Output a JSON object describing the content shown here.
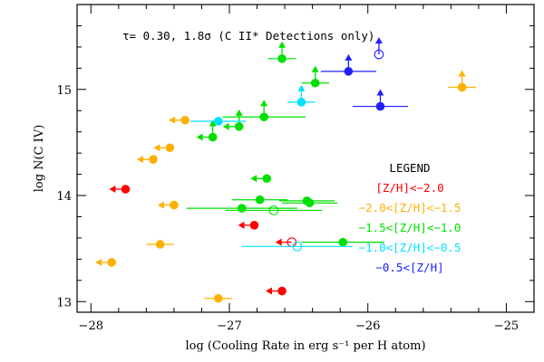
{
  "chart_data": {
    "type": "scatter",
    "annotation": "τ= 0.30, 1.8σ (C II* Detections only)",
    "xlabel": "log (Cooling Rate in erg s⁻¹ per H atom)",
    "ylabel": "log N(C IV)",
    "xlim": [
      -28.1,
      -24.8
    ],
    "ylim": [
      12.9,
      15.8
    ],
    "x_ticks": [
      -28,
      -27,
      -26,
      -25
    ],
    "x_tick_labels": [
      "−28",
      "−27",
      "−26",
      "−25"
    ],
    "y_ticks": [
      13,
      14,
      15
    ],
    "y_tick_labels": [
      "13",
      "14",
      "15"
    ],
    "legend": {
      "title": "LEGEND",
      "position": "right",
      "entries": [
        {
          "label": "[Z/H]<−2.0",
          "color": "#ff0000"
        },
        {
          "label": "−2.0<[Z/H]<−1.5",
          "color": "#ffb000"
        },
        {
          "label": "−1.5<[Z/H]<−1.0",
          "color": "#00e000"
        },
        {
          "label": "−1.0<[Z/H]<−0.5",
          "color": "#00e0ff"
        },
        {
          "label": "−0.5<[Z/H]",
          "color": "#2020ff"
        }
      ]
    },
    "points": [
      {
        "x": -27.75,
        "y": 14.06,
        "color": "#ff0000",
        "filled": true,
        "xerr": [
          0,
          0
        ],
        "arrow_left": true,
        "arrow_up": false
      },
      {
        "x": -26.82,
        "y": 13.72,
        "color": "#ff0000",
        "filled": true,
        "xerr": [
          0,
          0
        ],
        "arrow_left": true,
        "arrow_up": false
      },
      {
        "x": -26.55,
        "y": 13.56,
        "color": "#ff0000",
        "filled": false,
        "xerr": [
          0,
          0
        ],
        "arrow_left": true,
        "arrow_up": false
      },
      {
        "x": -26.62,
        "y": 13.1,
        "color": "#ff0000",
        "filled": true,
        "xerr": [
          0,
          0
        ],
        "arrow_left": true,
        "arrow_up": false
      },
      {
        "x": -27.32,
        "y": 14.71,
        "color": "#ffb000",
        "filled": true,
        "xerr": [
          0,
          0
        ],
        "arrow_left": true,
        "arrow_up": false
      },
      {
        "x": -27.43,
        "y": 14.45,
        "color": "#ffb000",
        "filled": true,
        "xerr": [
          0,
          0
        ],
        "arrow_left": true,
        "arrow_up": false
      },
      {
        "x": -27.55,
        "y": 14.34,
        "color": "#ffb000",
        "filled": true,
        "xerr": [
          0,
          0
        ],
        "arrow_left": true,
        "arrow_up": false
      },
      {
        "x": -27.4,
        "y": 13.91,
        "color": "#ffb000",
        "filled": true,
        "xerr": [
          0,
          0
        ],
        "arrow_left": true,
        "arrow_up": false
      },
      {
        "x": -27.5,
        "y": 13.54,
        "color": "#ffb000",
        "filled": true,
        "xerr": [
          0.1,
          0.1
        ],
        "arrow_left": false,
        "arrow_up": false
      },
      {
        "x": -27.85,
        "y": 13.37,
        "color": "#ffb000",
        "filled": true,
        "xerr": [
          0,
          0
        ],
        "arrow_left": true,
        "arrow_up": false
      },
      {
        "x": -27.08,
        "y": 13.03,
        "color": "#ffb000",
        "filled": true,
        "xerr": [
          0.1,
          0.1
        ],
        "arrow_left": false,
        "arrow_up": false
      },
      {
        "x": -25.32,
        "y": 15.02,
        "color": "#ffb000",
        "filled": true,
        "xerr": [
          0.1,
          0.1
        ],
        "arrow_left": false,
        "arrow_up": true
      },
      {
        "x": -26.62,
        "y": 15.29,
        "color": "#00e000",
        "filled": true,
        "xerr": [
          0.1,
          0.1
        ],
        "arrow_left": false,
        "arrow_up": true
      },
      {
        "x": -26.38,
        "y": 15.06,
        "color": "#00e000",
        "filled": true,
        "xerr": [
          0.1,
          0.1
        ],
        "arrow_left": false,
        "arrow_up": true
      },
      {
        "x": -26.75,
        "y": 14.74,
        "color": "#00e000",
        "filled": true,
        "xerr": [
          0.3,
          0.3
        ],
        "arrow_left": false,
        "arrow_up": true
      },
      {
        "x": -26.93,
        "y": 14.65,
        "color": "#00e000",
        "filled": true,
        "xerr": [
          0,
          0
        ],
        "arrow_left": true,
        "arrow_up": true
      },
      {
        "x": -27.12,
        "y": 14.55,
        "color": "#00e000",
        "filled": true,
        "xerr": [
          0,
          0
        ],
        "arrow_left": true,
        "arrow_up": true
      },
      {
        "x": -26.73,
        "y": 14.16,
        "color": "#00e000",
        "filled": true,
        "xerr": [
          0,
          0
        ],
        "arrow_left": true,
        "arrow_up": false
      },
      {
        "x": -26.78,
        "y": 13.96,
        "color": "#00e000",
        "filled": true,
        "xerr": [
          0.2,
          0.2
        ],
        "arrow_left": false,
        "arrow_up": false
      },
      {
        "x": -26.44,
        "y": 13.95,
        "color": "#00e000",
        "filled": true,
        "xerr": [
          0.2,
          0.2
        ],
        "arrow_left": false,
        "arrow_up": false
      },
      {
        "x": -26.42,
        "y": 13.93,
        "color": "#00e000",
        "filled": true,
        "xerr": [
          0.2,
          0.2
        ],
        "arrow_left": false,
        "arrow_up": false
      },
      {
        "x": -26.91,
        "y": 13.88,
        "color": "#00e000",
        "filled": true,
        "xerr": [
          0.4,
          0.4
        ],
        "arrow_left": false,
        "arrow_up": false
      },
      {
        "x": -26.68,
        "y": 13.86,
        "color": "#00e000",
        "filled": false,
        "xerr": [
          0.35,
          0.35
        ],
        "arrow_left": false,
        "arrow_up": false
      },
      {
        "x": -26.18,
        "y": 13.56,
        "color": "#00e000",
        "filled": true,
        "xerr": [
          0.3,
          0.3
        ],
        "arrow_left": false,
        "arrow_up": false
      },
      {
        "x": -26.48,
        "y": 14.88,
        "color": "#00e0ff",
        "filled": true,
        "xerr": [
          0.1,
          0.1
        ],
        "arrow_left": false,
        "arrow_up": true
      },
      {
        "x": -27.08,
        "y": 14.7,
        "color": "#00e0ff",
        "filled": true,
        "xerr": [
          0.2,
          0.2
        ],
        "arrow_left": false,
        "arrow_up": false
      },
      {
        "x": -26.51,
        "y": 13.52,
        "color": "#00e0ff",
        "filled": false,
        "xerr": [
          0.4,
          0.4
        ],
        "arrow_left": false,
        "arrow_up": false
      },
      {
        "x": -26.14,
        "y": 15.17,
        "color": "#2020ff",
        "filled": true,
        "xerr": [
          0.2,
          0.2
        ],
        "arrow_left": false,
        "arrow_up": true
      },
      {
        "x": -25.92,
        "y": 15.33,
        "color": "#2020ff",
        "filled": false,
        "xerr": [
          0,
          0
        ],
        "arrow_left": false,
        "arrow_up": true
      },
      {
        "x": -25.91,
        "y": 14.84,
        "color": "#2020ff",
        "filled": true,
        "xerr": [
          0.2,
          0.2
        ],
        "arrow_left": false,
        "arrow_up": true
      }
    ]
  }
}
